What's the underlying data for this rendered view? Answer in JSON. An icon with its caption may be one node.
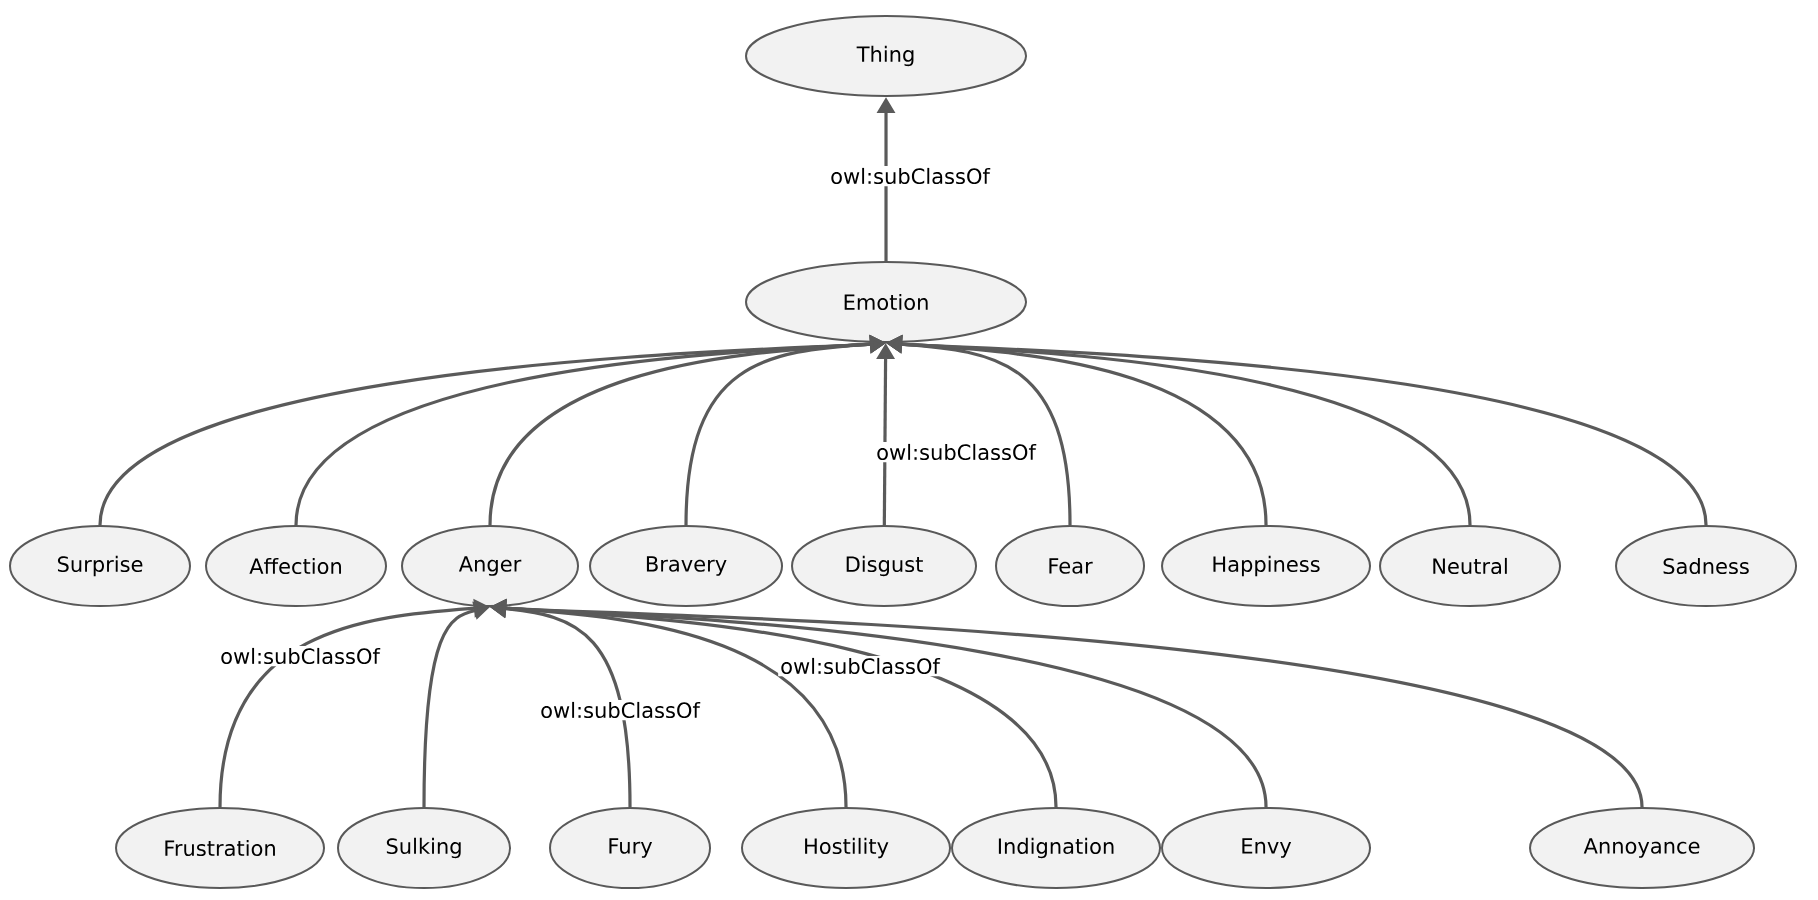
{
  "diagram": {
    "nodes": [
      {
        "text": [
          "Thing"
        ]
      },
      {
        "text": [
          "Emotion"
        ]
      },
      {
        "text": [
          "Surprise"
        ]
      },
      {
        "text": [
          "Affection"
        ]
      },
      {
        "text": [
          "Anger"
        ]
      },
      {
        "text": [
          "Bravery"
        ]
      },
      {
        "text": [
          "Disgust"
        ]
      },
      {
        "text": [
          "Fear"
        ]
      },
      {
        "text": [
          "Happiness"
        ]
      },
      {
        "text": [
          "Neutral"
        ]
      },
      {
        "text": [
          "Sadness"
        ]
      },
      {
        "text": [
          "Frustration"
        ]
      },
      {
        "text": [
          "Sulking"
        ]
      },
      {
        "text": [
          "Fury"
        ]
      },
      {
        "text": [
          "Hostility"
        ]
      },
      {
        "text": [
          "Indignation"
        ]
      },
      {
        "text": [
          "Envy"
        ]
      },
      {
        "text": [
          "Annoyance"
        ]
      }
    ],
    "edges": [
      {
        "from": 1,
        "to": 0,
        "arrow": "to",
        "label": "owl:subClassOf"
      },
      {
        "from": 2,
        "to": 1,
        "arrow": "to"
      },
      {
        "from": 3,
        "to": 1,
        "arrow": "to"
      },
      {
        "from": 4,
        "to": 1,
        "arrow": "to"
      },
      {
        "from": 5,
        "to": 1,
        "arrow": "to"
      },
      {
        "from": 6,
        "to": 1,
        "arrow": "to"
      },
      {
        "from": 7,
        "to": 1,
        "arrow": "to",
        "label": "owl:subClassOf"
      },
      {
        "from": 8,
        "to": 1,
        "arrow": "to"
      },
      {
        "from": 9,
        "to": 1,
        "arrow": "to"
      },
      {
        "from": 10,
        "to": 1,
        "arrow": "to"
      },
      {
        "from": 11,
        "to": 4,
        "arrow": "to",
        "label": "owl:subClassOf"
      },
      {
        "from": 12,
        "to": 4,
        "arrow": "to"
      },
      {
        "from": 13,
        "to": 4,
        "arrow": "to",
        "label": "owl:subClassOf"
      },
      {
        "from": 14,
        "to": 4,
        "arrow": "to",
        "label": "owl:subClassOf"
      },
      {
        "from": 15,
        "to": 4,
        "arrow": "to"
      },
      {
        "from": 16,
        "to": 4,
        "arrow": "to"
      },
      {
        "from": 17,
        "to": 4,
        "arrow": "to"
      }
    ]
  }
}
